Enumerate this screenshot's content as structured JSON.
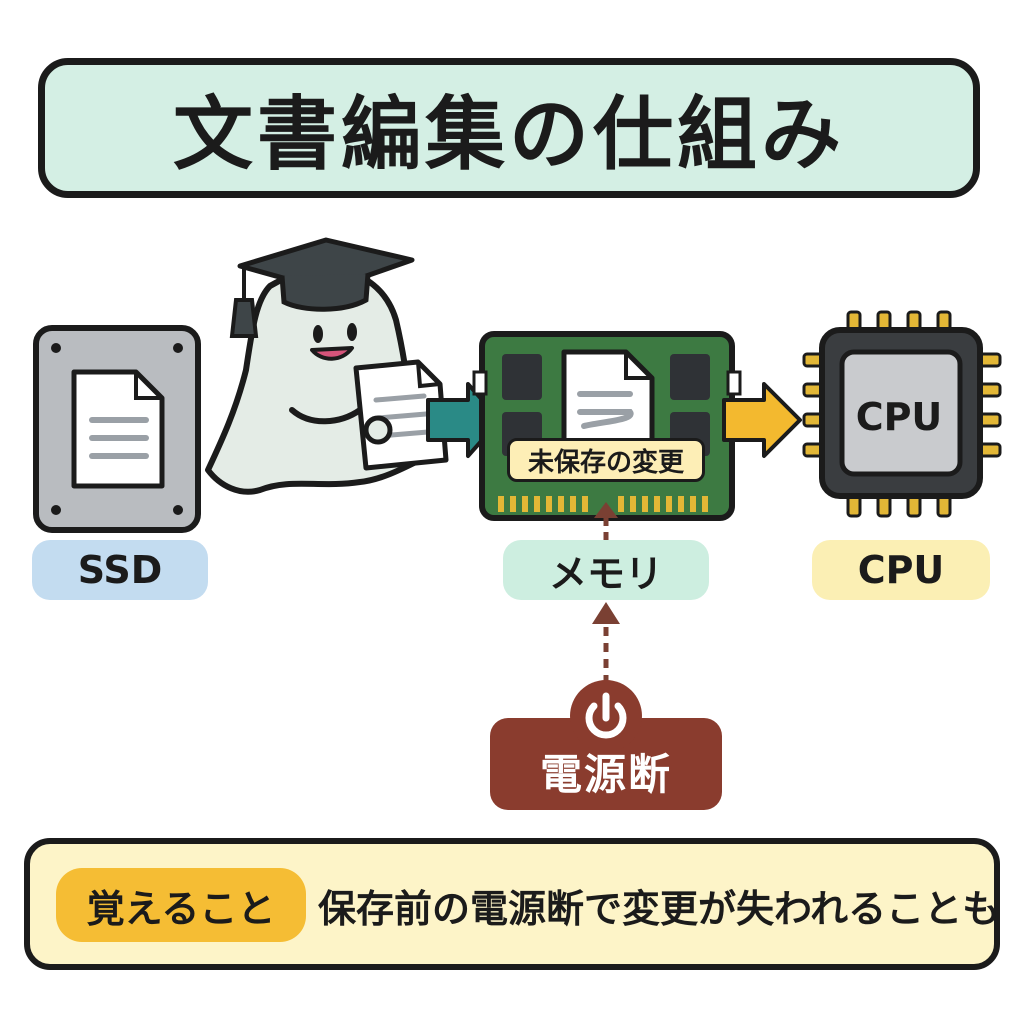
{
  "title": "文書編集の仕組み",
  "labels": {
    "ssd": "SSD",
    "memory": "メモリ",
    "cpu": "CPU",
    "cpu_chip": "CPU",
    "unsaved": "未保存の変更",
    "power_off": "電源断"
  },
  "note": {
    "tag": "覚えること",
    "text": "保存前の電源断で変更が失われることも"
  },
  "icons": {
    "ssd": "ssd-drive-icon",
    "document": "document-icon",
    "ghost": "graduate-ghost-icon",
    "memory": "memory-module-icon",
    "cpu": "cpu-chip-icon",
    "power": "power-icon"
  },
  "colors": {
    "title_bg": "#d4efe4",
    "ssd_pill": "#c3dcf0",
    "memory_pill": "#cdeee0",
    "cpu_pill": "#fbefb4",
    "power_bg": "#8a3c2e",
    "note_bg": "#fdf4c8",
    "note_tag": "#f5bd34",
    "arrow_to_memory": "#2a8a86",
    "arrow_to_cpu": "#f3b92f"
  }
}
